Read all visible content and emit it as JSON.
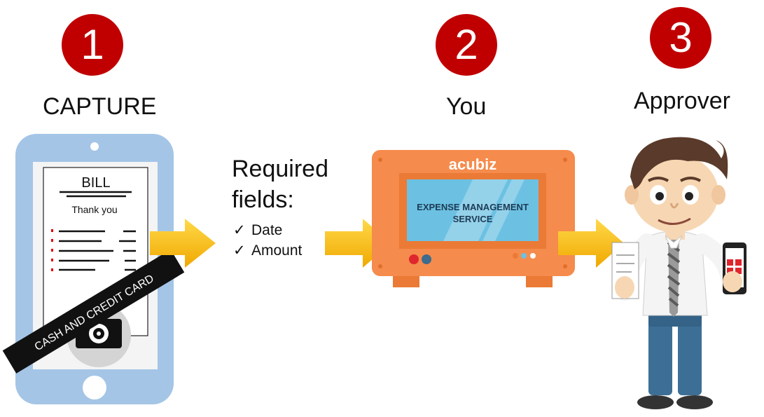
{
  "steps": [
    {
      "number": "1",
      "label": "CAPTURE"
    },
    {
      "number": "2",
      "label": "You"
    },
    {
      "number": "3",
      "label": "Approver"
    }
  ],
  "receipt": {
    "title": "BILL",
    "thanks": "Thank you",
    "banner": "CASH AND CREDIT CARD"
  },
  "required": {
    "title_line1": "Required",
    "title_line2": "fields:",
    "check_symbol": "✓",
    "items": [
      "Date",
      "Amount"
    ]
  },
  "machine": {
    "brand": "acubiz",
    "screen_line1": "EXPENSE MANAGEMENT",
    "screen_line2": "SERVICE"
  },
  "colors": {
    "step_badge": "#c00000",
    "phone_body": "#a4c5e6",
    "machine_body": "#f58b4c",
    "machine_screen": "#6cc1e2",
    "arrow": "#f5b800"
  },
  "icons": [
    "camera-icon",
    "checkmark-icon",
    "arrow-right-icon"
  ]
}
